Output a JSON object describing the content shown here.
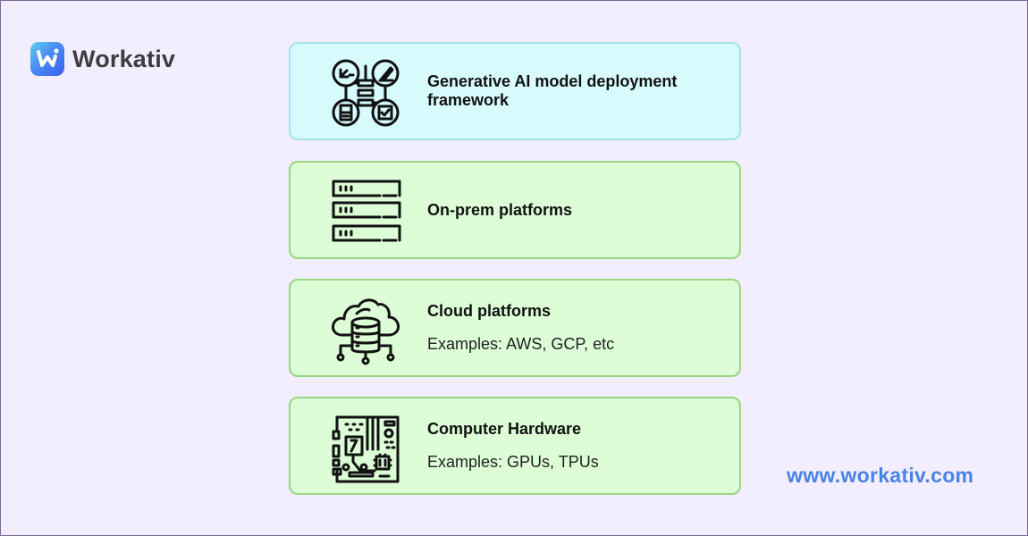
{
  "brand": {
    "name": "Workativ",
    "logo_icon": "workativ-logo-icon",
    "url": "www.workativ.com",
    "url_color": "#4a82e6"
  },
  "cards": [
    {
      "icon": "workflow-diagram-icon",
      "title": "Generative AI model deployment framework",
      "subtitle": "",
      "background": "#d8fbfd",
      "border": "#a4e3ed"
    },
    {
      "icon": "server-rack-icon",
      "title": "On-prem platforms",
      "subtitle": "",
      "background": "#dcfdd6",
      "border": "#98d683"
    },
    {
      "icon": "cloud-database-icon",
      "title": "Cloud platforms",
      "subtitle": "Examples: AWS, GCP, etc",
      "background": "#dcfdd6",
      "border": "#98d683"
    },
    {
      "icon": "motherboard-icon",
      "title": "Computer Hardware",
      "subtitle": "Examples: GPUs, TPUs",
      "background": "#dcfdd6",
      "border": "#98d683"
    }
  ]
}
